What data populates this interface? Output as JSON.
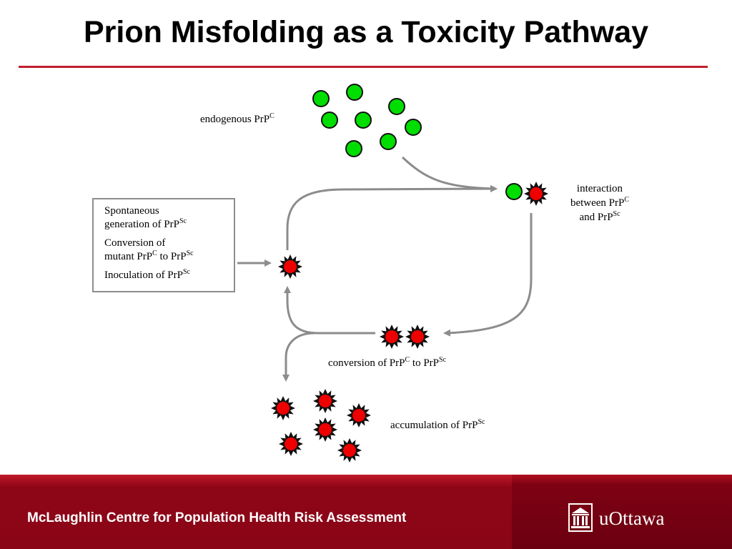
{
  "slide": {
    "title": "Prion Misfolding as a Toxicity Pathway"
  },
  "diagram": {
    "label_endogenous": "endogenous PrP",
    "label_endogenous_sup": "C",
    "label_interaction_line1": "interaction",
    "label_interaction_line2": "between PrP",
    "label_interaction_line2_sup": "C",
    "label_interaction_line3": "and PrP",
    "label_interaction_line3_sup": "Sc",
    "label_conversion": "conversion of PrP",
    "label_conversion_sup1": "C",
    "label_conversion_mid": " to PrP",
    "label_conversion_sup2": "Sc",
    "label_accumulation": "accumulation of PrP",
    "label_accumulation_sup": "Sc",
    "source_box": {
      "item1_line1": "Spontaneous",
      "item1_line2": "generation of PrP",
      "item1_sup": "Sc",
      "item2_line1": "Conversion of",
      "item2_line2a": "mutant PrP",
      "item2_sup1": "C",
      "item2_line2b": " to PrP",
      "item2_sup2": "Sc",
      "item3": "Inoculation of PrP",
      "item3_sup": "Sc"
    },
    "colors": {
      "normal_protein": "#00dd00",
      "misfolded_protein": "#ee0000",
      "arrow": "#8c8c8c"
    }
  },
  "footer": {
    "organization": "McLaughlin Centre for Population Health Risk Assessment",
    "university": "uOttawa",
    "colors": {
      "band": "#8d0618",
      "band_right": "#6c0010"
    }
  }
}
